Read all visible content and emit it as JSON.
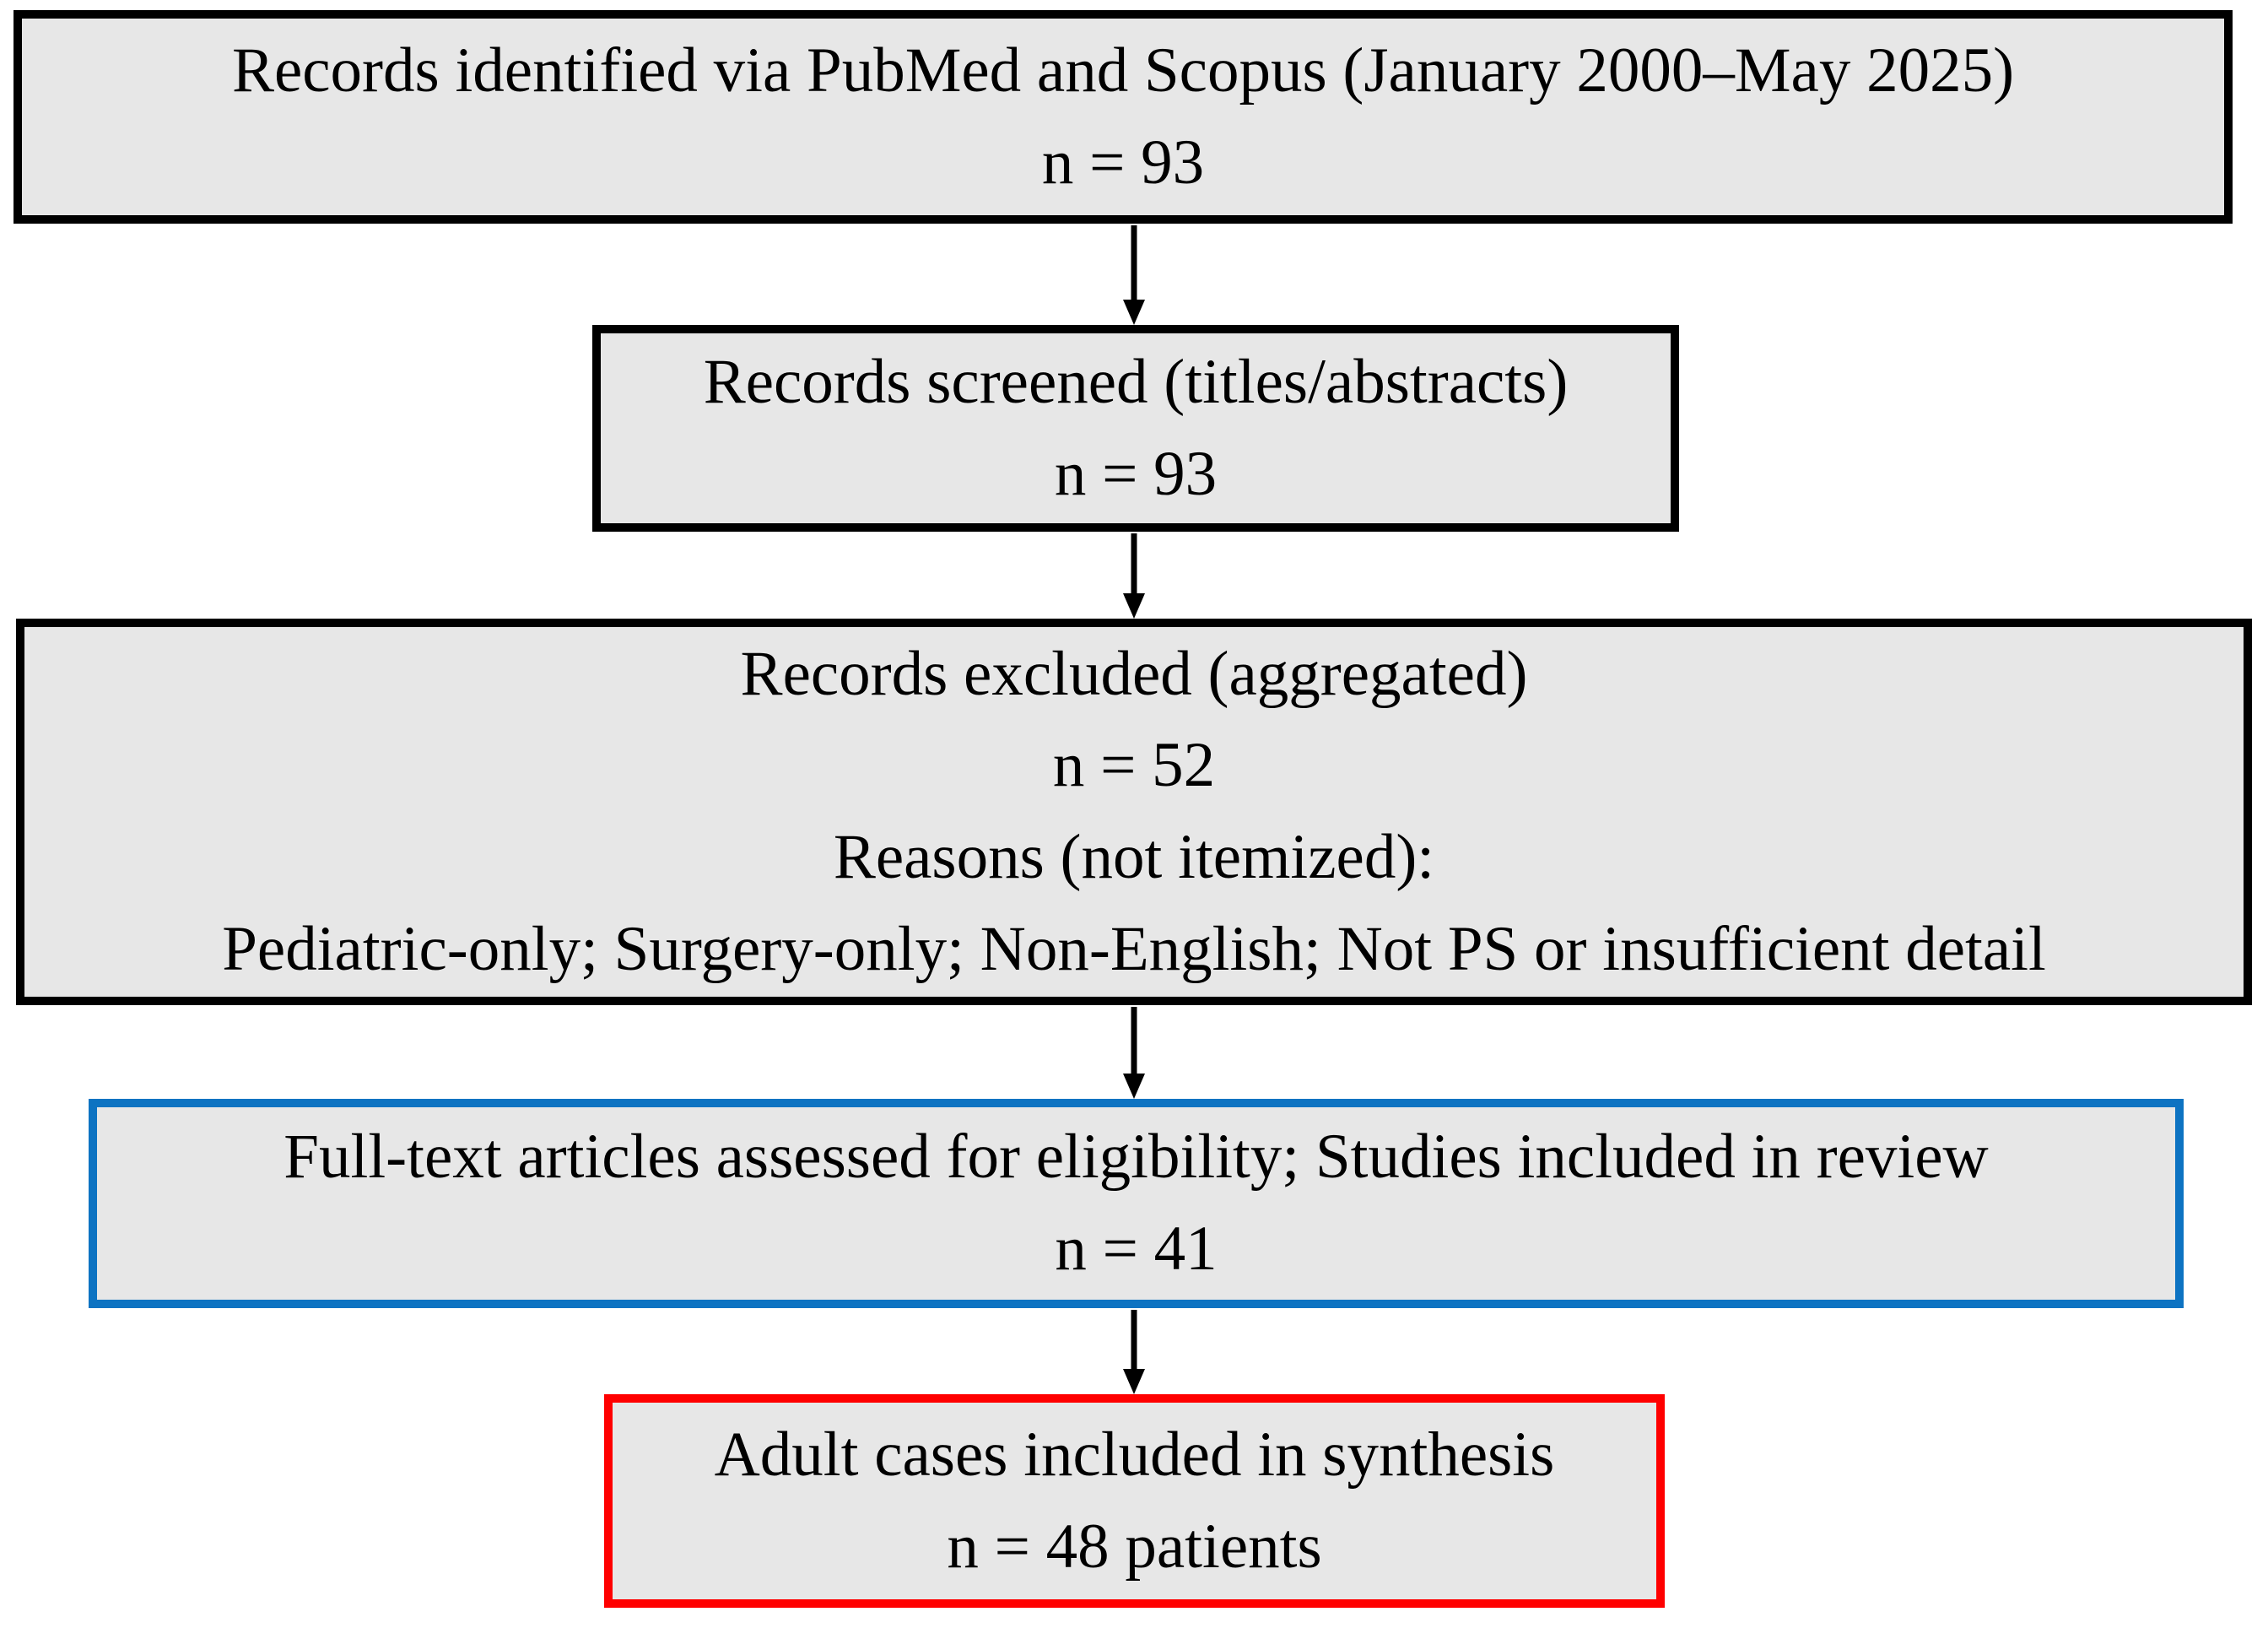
{
  "diagram": {
    "type": "flowchart",
    "colors": {
      "box_fill": "#e7e7e7",
      "border_black": "#000000",
      "border_blue": "#0d73c2",
      "border_red": "#ff0000",
      "arrow": "#000000"
    },
    "boxes": [
      {
        "name": "records-identified",
        "border": "black",
        "lines": [
          "Records identified via PubMed and Scopus (January 2000–May 2025)",
          "n = 93"
        ]
      },
      {
        "name": "records-screened",
        "border": "black",
        "lines": [
          "Records screened (titles/abstracts)",
          "n = 93"
        ]
      },
      {
        "name": "records-excluded",
        "border": "black",
        "lines": [
          "Records excluded (aggregated)",
          "n = 52",
          "Reasons (not itemized):",
          "Pediatric-only; Surgery-only; Non-English; Not PS or insufficient detail"
        ]
      },
      {
        "name": "fulltext-assessed",
        "border": "blue",
        "lines": [
          "Full-text articles assessed for eligibility; Studies included in review",
          "n = 41"
        ]
      },
      {
        "name": "adult-cases-included",
        "border": "red",
        "lines": [
          "Adult cases included in synthesis",
          "n = 48 patients"
        ]
      }
    ]
  }
}
